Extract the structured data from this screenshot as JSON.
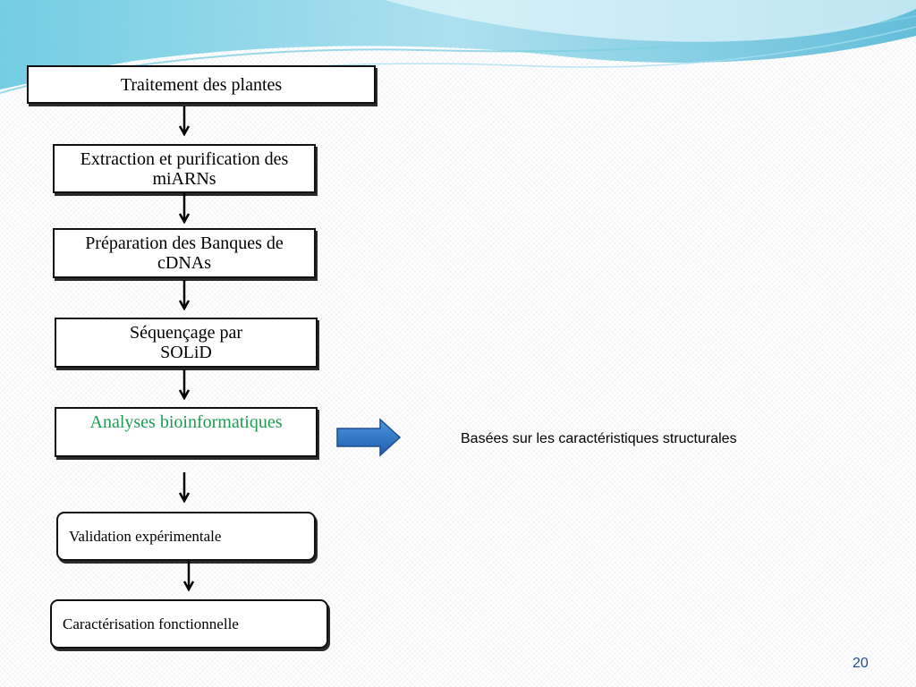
{
  "steps": [
    "Traitement des plantes",
    "Extraction et purification des miARNs",
    "Préparation des Banques de cDNAs",
    "Séquençage par SOLiD",
    "Analyses bioinformatiques",
    "Validation expérimentale",
    "Caractérisation fonctionnelle"
  ],
  "note": "Basées sur les caractéristiques structurales",
  "page_number": "20",
  "colors": {
    "highlight_text": "#1e9b50",
    "block_arrow": "#2e75c8",
    "page_number": "#1f4e8c",
    "wave": "#3cb4d6"
  }
}
